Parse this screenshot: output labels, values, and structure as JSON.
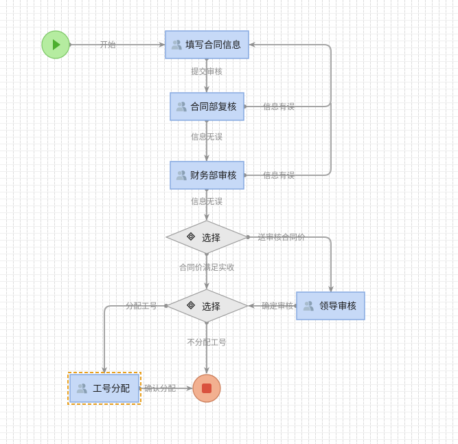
{
  "diagram": {
    "type": "workflow",
    "colors": {
      "task_fill": "#c6d9f7",
      "task_border": "#85a9e0",
      "start_fill": "#b5eca0",
      "start_icon": "#4caf2e",
      "end_fill": "#f2b090",
      "end_icon": "#d9523e",
      "gateway_fill": "#e8e8e8",
      "edge": "#a5a5a5",
      "selection": "#e8a020"
    },
    "nodes": {
      "start": {
        "kind": "start",
        "icon": "play-icon"
      },
      "fill_contract": {
        "kind": "user-task",
        "label": "填写合同信息",
        "icon": "user-group-icon"
      },
      "contract_review": {
        "kind": "user-task",
        "label": "合同部复核",
        "icon": "user-group-icon"
      },
      "finance_review": {
        "kind": "user-task",
        "label": "财务部审核",
        "icon": "user-group-icon"
      },
      "choice1": {
        "kind": "gateway",
        "label": "选择",
        "icon": "gateway-icon"
      },
      "choice2": {
        "kind": "gateway",
        "label": "选择",
        "icon": "gateway-icon"
      },
      "leader_review": {
        "kind": "user-task",
        "label": "领导审核",
        "icon": "user-group-icon"
      },
      "assign_number": {
        "kind": "user-task",
        "label": "工号分配",
        "icon": "user-group-icon",
        "selected": true
      },
      "end": {
        "kind": "end",
        "icon": "stop-icon"
      }
    },
    "edges": [
      {
        "from": "start",
        "to": "fill_contract",
        "label": "开始"
      },
      {
        "from": "fill_contract",
        "to": "contract_review",
        "label": "提交审核"
      },
      {
        "from": "contract_review",
        "to": "fill_contract",
        "label": "信息有误"
      },
      {
        "from": "contract_review",
        "to": "finance_review",
        "label": "信息无误"
      },
      {
        "from": "finance_review",
        "to": "fill_contract",
        "label": "信息有误"
      },
      {
        "from": "finance_review",
        "to": "choice1",
        "label": "信息无误"
      },
      {
        "from": "choice1",
        "to": "leader_review",
        "label": "送审核合同价"
      },
      {
        "from": "choice1",
        "to": "choice2",
        "label": "合同价满足实收"
      },
      {
        "from": "leader_review",
        "to": "choice2",
        "label": "确定审核"
      },
      {
        "from": "choice2",
        "to": "assign_number",
        "label": "分配工号"
      },
      {
        "from": "choice2",
        "to": "end",
        "label": "不分配工号"
      },
      {
        "from": "assign_number",
        "to": "end",
        "label": "确认分配"
      }
    ]
  }
}
